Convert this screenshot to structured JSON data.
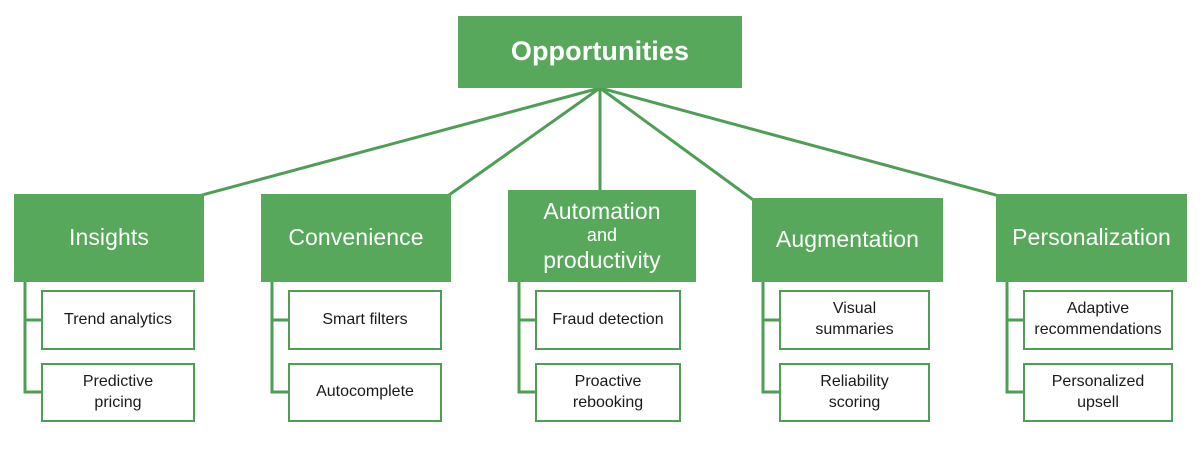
{
  "theme": {
    "green": "#57a85a",
    "border_green": "#4f9e55",
    "root_text": "#ffffff",
    "leaf_text": "#1a1a1a",
    "background": "#ffffff"
  },
  "root": {
    "label": "Opportunities"
  },
  "branches": [
    {
      "id": "insights",
      "label_lines": [
        "Insights"
      ],
      "leaves": [
        {
          "id": "trend-analytics",
          "lines": [
            "Trend analytics"
          ]
        },
        {
          "id": "predictive-pricing",
          "lines": [
            "Predictive",
            "pricing"
          ]
        }
      ]
    },
    {
      "id": "convenience",
      "label_lines": [
        "Convenience"
      ],
      "leaves": [
        {
          "id": "smart-filters",
          "lines": [
            "Smart filters"
          ]
        },
        {
          "id": "autocomplete",
          "lines": [
            "Autocomplete"
          ]
        }
      ]
    },
    {
      "id": "automation-and-productivity",
      "label_lines": [
        "Automation",
        "and",
        "productivity"
      ],
      "leaves": [
        {
          "id": "fraud-detection",
          "lines": [
            "Fraud detection"
          ]
        },
        {
          "id": "proactive-rebooking",
          "lines": [
            "Proactive",
            "rebooking"
          ]
        }
      ]
    },
    {
      "id": "augmentation",
      "label_lines": [
        "Augmentation"
      ],
      "leaves": [
        {
          "id": "visual-summaries",
          "lines": [
            "Visual",
            "summaries"
          ]
        },
        {
          "id": "reliability-scoring",
          "lines": [
            "Reliability",
            "scoring"
          ]
        }
      ]
    },
    {
      "id": "personalization",
      "label_lines": [
        "Personalization"
      ],
      "leaves": [
        {
          "id": "adaptive-recommendations",
          "lines": [
            "Adaptive",
            "recommendations"
          ]
        },
        {
          "id": "personalized-upsell",
          "lines": [
            "Personalized",
            "upsell"
          ]
        }
      ]
    }
  ]
}
